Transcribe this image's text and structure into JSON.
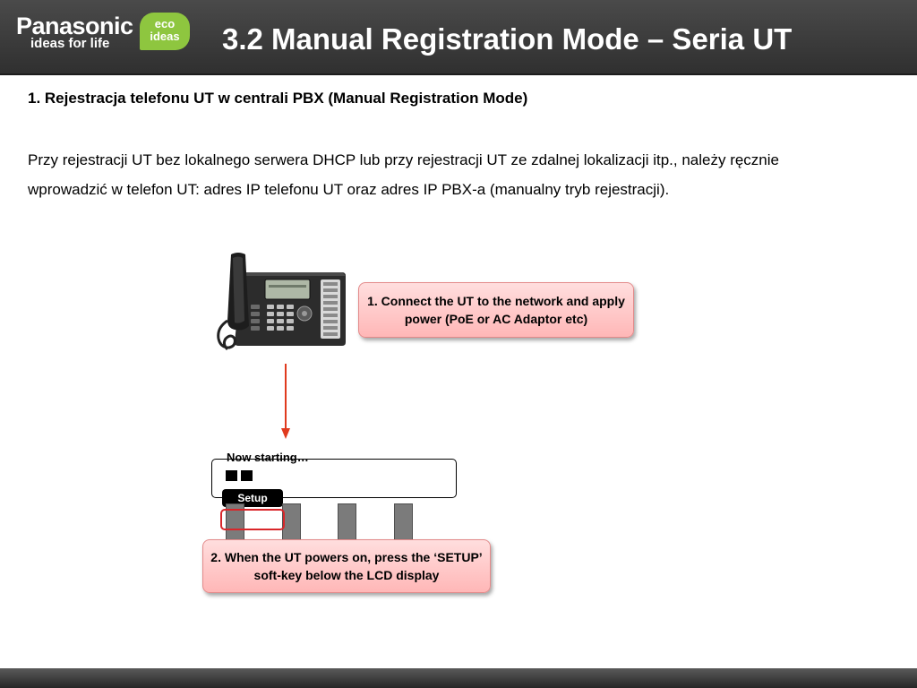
{
  "header": {
    "brand": "Panasonic",
    "tagline": "ideas for life",
    "eco_line1": "eco",
    "eco_line2": "ideas",
    "title": "3.2 Manual Registration Mode – Seria UT"
  },
  "content": {
    "subheading": "1. Rejestracja telefonu UT w centrali PBX (Manual Registration Mode)",
    "paragraph": "Przy rejestracji UT bez lokalnego serwera DHCP lub przy rejestracji UT ze zdalnej lokalizacji itp., należy ręcznie wprowadzić w telefon UT: adres IP telefonu UT oraz adres IP PBX-a (manualny tryb rejestracji)."
  },
  "diagram": {
    "callout_1": "1. Connect the UT to the network and apply power (PoE or AC Adaptor etc)",
    "lcd_text": "Now starting…",
    "setup_key": "Setup",
    "callout_2": "2. When the UT powers on, press the ‘SETUP’ soft-key below the LCD display"
  },
  "colors": {
    "header_bg": "#3a3a3a",
    "eco_green": "#8ec63f",
    "callout_fill": "#ffc4c4",
    "highlight_red": "#d9262a",
    "arrow_red": "#e03a1e"
  },
  "icons": {
    "phone": "ip-desk-phone-icon",
    "arrow": "arrow-down-icon"
  }
}
